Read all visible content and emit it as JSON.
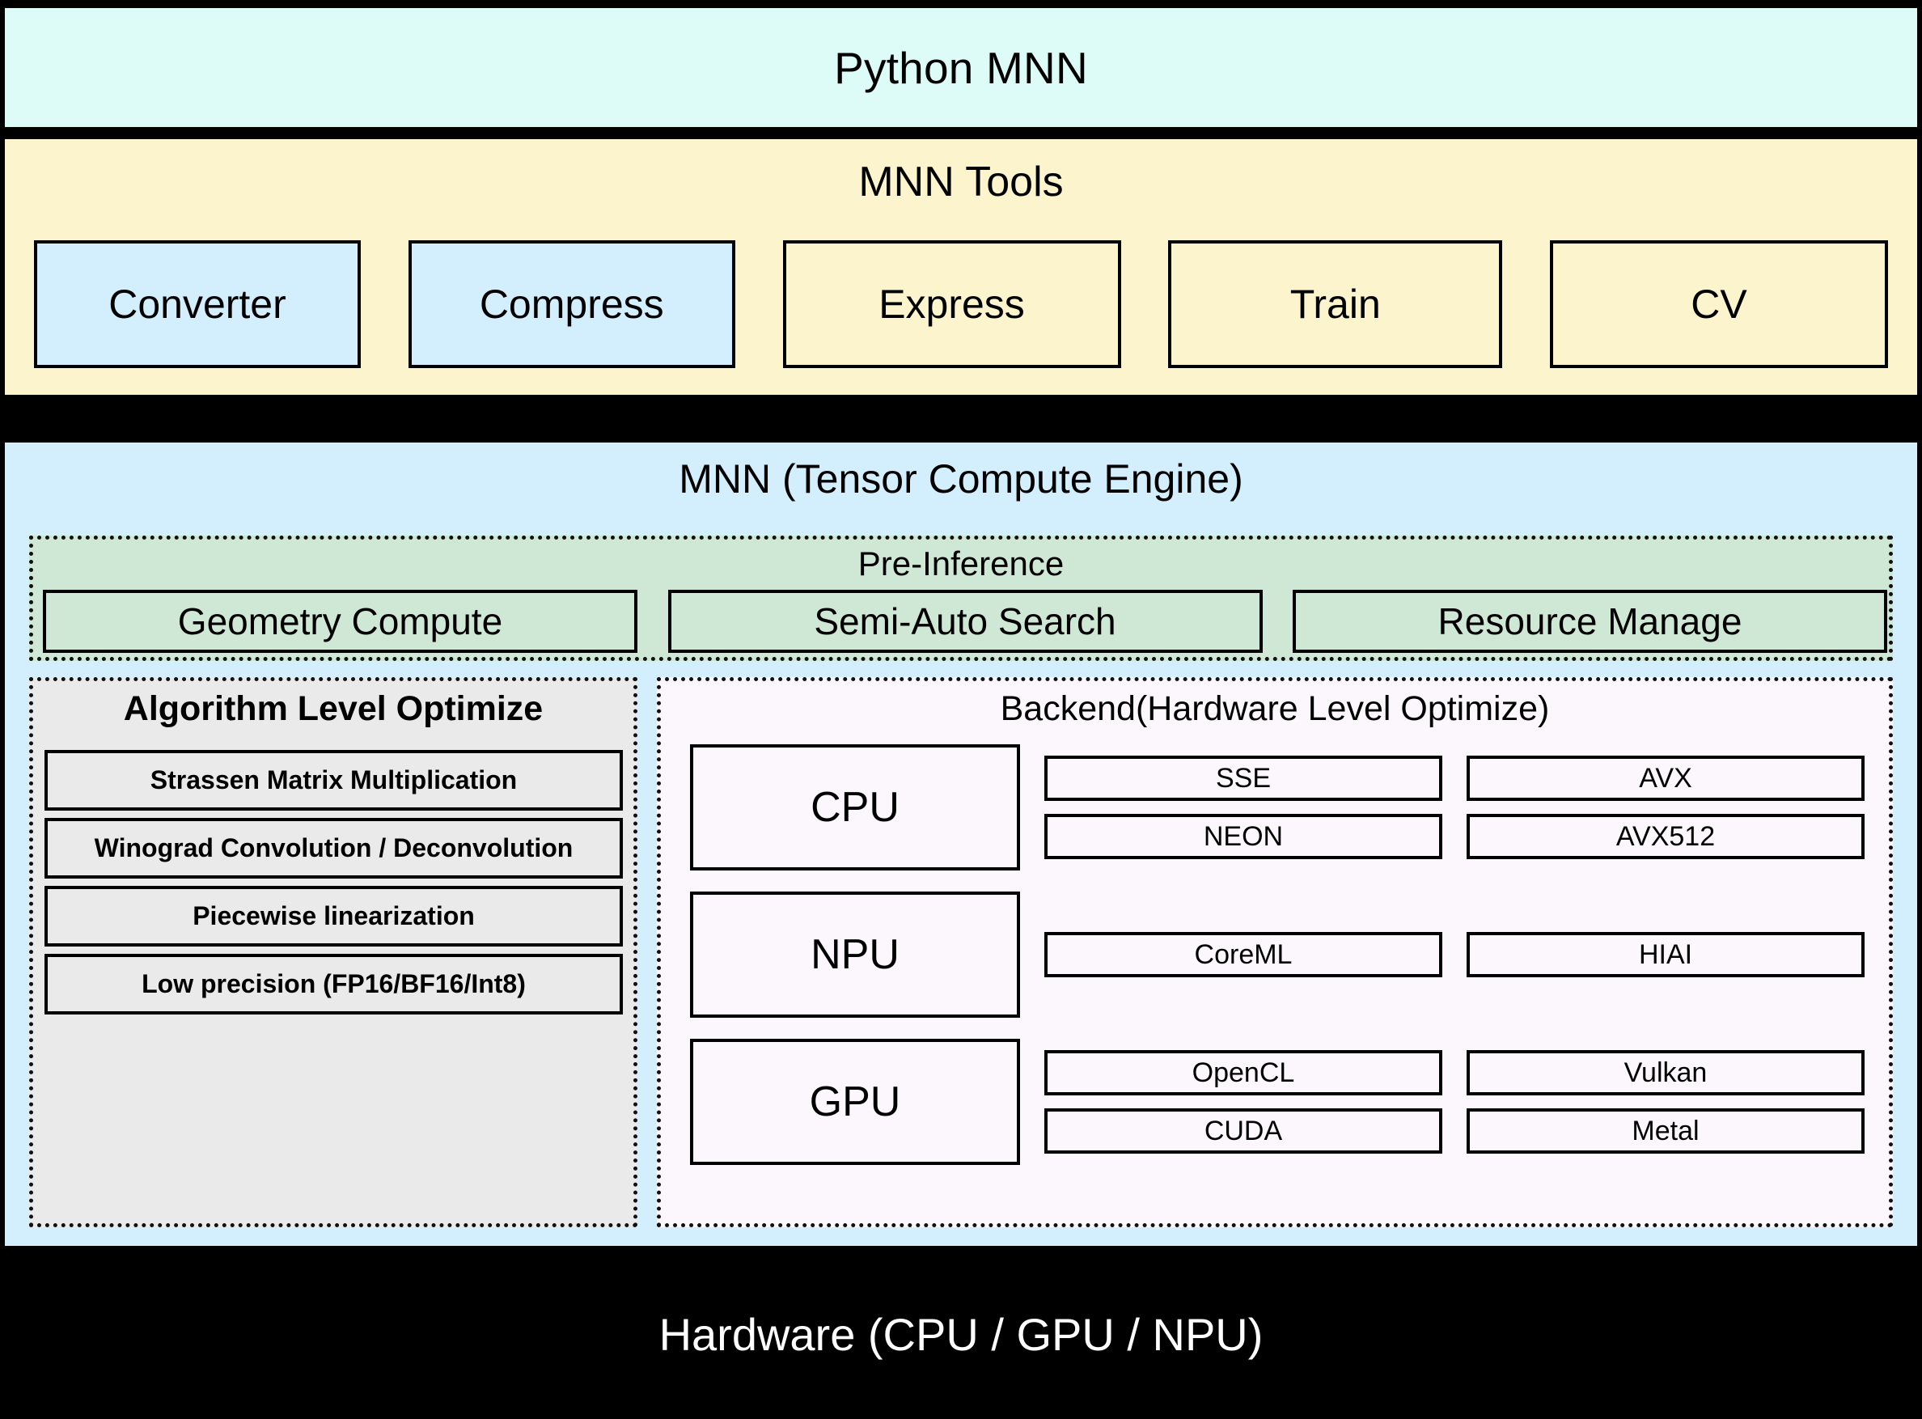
{
  "python_layer": {
    "title": "Python MNN",
    "background": "#ddfbf7"
  },
  "tools_layer": {
    "title": "MNN Tools",
    "background": "#fcf4cd",
    "highlight_color": "#d3eefd",
    "items": [
      {
        "label": "Converter",
        "highlighted": true
      },
      {
        "label": "Compress",
        "highlighted": true
      },
      {
        "label": "Express",
        "highlighted": false
      },
      {
        "label": "Train",
        "highlighted": false
      },
      {
        "label": "CV",
        "highlighted": false
      }
    ]
  },
  "engine_layer": {
    "title": "MNN (Tensor Compute Engine)",
    "background": "#d3eefd",
    "pre_inference": {
      "title": "Pre-Inference",
      "background": "#cfe7d5",
      "items": [
        "Geometry Compute",
        "Semi-Auto Search",
        "Resource Manage"
      ]
    },
    "algorithm_optimize": {
      "title": "Algorithm Level Optimize",
      "background": "#eaeaea",
      "items": [
        "Strassen Matrix Multiplication",
        "Winograd Convolution / Deconvolution",
        "Piecewise linearization",
        "Low precision (FP16/BF16/Int8)"
      ]
    },
    "backend": {
      "title": "Backend(Hardware Level Optimize)",
      "background": "#fcf6fd",
      "devices": [
        {
          "name": "CPU",
          "left_column": [
            "SSE",
            "NEON"
          ],
          "right_column": [
            "AVX",
            "AVX512"
          ]
        },
        {
          "name": "NPU",
          "left_column": [
            "CoreML"
          ],
          "right_column": [
            "HIAI"
          ]
        },
        {
          "name": "GPU",
          "left_column": [
            "OpenCL",
            "CUDA"
          ],
          "right_column": [
            "Vulkan",
            "Metal"
          ]
        }
      ]
    }
  },
  "hardware_layer": {
    "title": "Hardware (CPU / GPU / NPU)",
    "background": "#000000",
    "text_color": "#ffffff"
  }
}
